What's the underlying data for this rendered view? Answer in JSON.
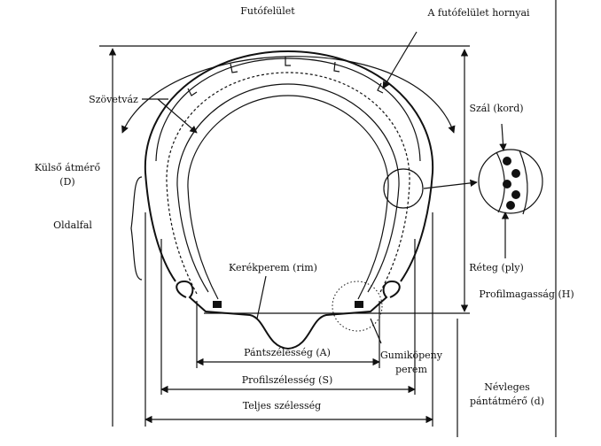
{
  "labels": {
    "tread": "Futófelület",
    "tread_grooves": "A futófelület hornyai",
    "carcass": "Szövetváz",
    "cord": "Szál (kord)",
    "outer_diameter_line1": "Külső átmérő",
    "outer_diameter_line2": "(D)",
    "sidewall": "Oldalfal",
    "rim": "Kerékperem (rim)",
    "ply": "Réteg (ply)",
    "section_height": "Profilmagasság (H)",
    "rim_width": "Pántszélesség (A)",
    "bead_line1": "Gumiköpeny",
    "bead_line2": "perem",
    "section_width": "Profilszélesség (S)",
    "overall_width": "Teljes szélesség",
    "nominal_rim_line1": "Névleges",
    "nominal_rim_line2": "pántátmérő (d)"
  }
}
